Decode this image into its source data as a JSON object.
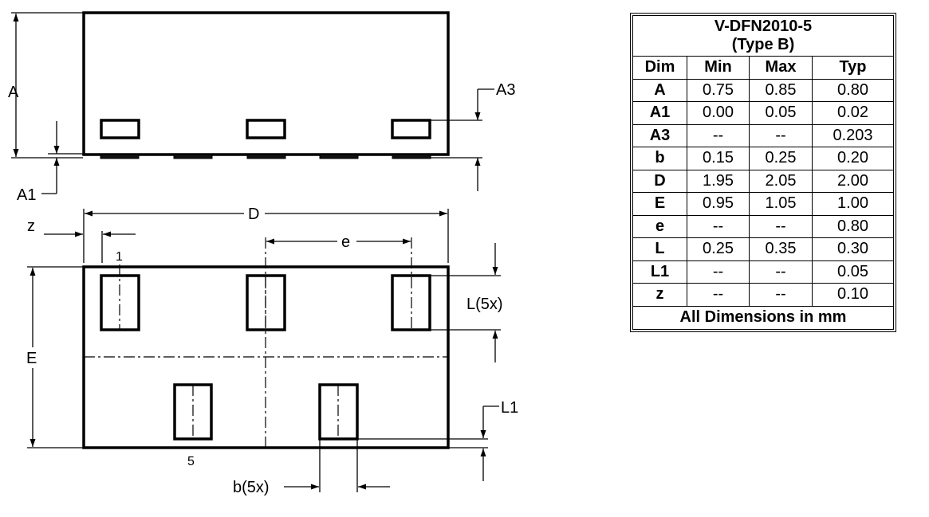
{
  "drawing": {
    "labels": {
      "A": "A",
      "A1": "A1",
      "A3": "A3",
      "D": "D",
      "z": "z",
      "e": "e",
      "E": "E",
      "L": "L(5x)",
      "L1": "L1",
      "b": "b(5x)",
      "pin1": "1",
      "pin5": "5"
    }
  },
  "table": {
    "title": "V-DFN2010-5",
    "subtitle": "(Type B)",
    "headers": [
      "Dim",
      "Min",
      "Max",
      "Typ"
    ],
    "rows": [
      [
        "A",
        "0.75",
        "0.85",
        "0.80"
      ],
      [
        "A1",
        "0.00",
        "0.05",
        "0.02"
      ],
      [
        "A3",
        "--",
        "--",
        "0.203"
      ],
      [
        "b",
        "0.15",
        "0.25",
        "0.20"
      ],
      [
        "D",
        "1.95",
        "2.05",
        "2.00"
      ],
      [
        "E",
        "0.95",
        "1.05",
        "1.00"
      ],
      [
        "e",
        "--",
        "--",
        "0.80"
      ],
      [
        "L",
        "0.25",
        "0.35",
        "0.30"
      ],
      [
        "L1",
        "--",
        "--",
        "0.05"
      ],
      [
        "z",
        "--",
        "--",
        "0.10"
      ]
    ],
    "footer": "All Dimensions in mm"
  }
}
